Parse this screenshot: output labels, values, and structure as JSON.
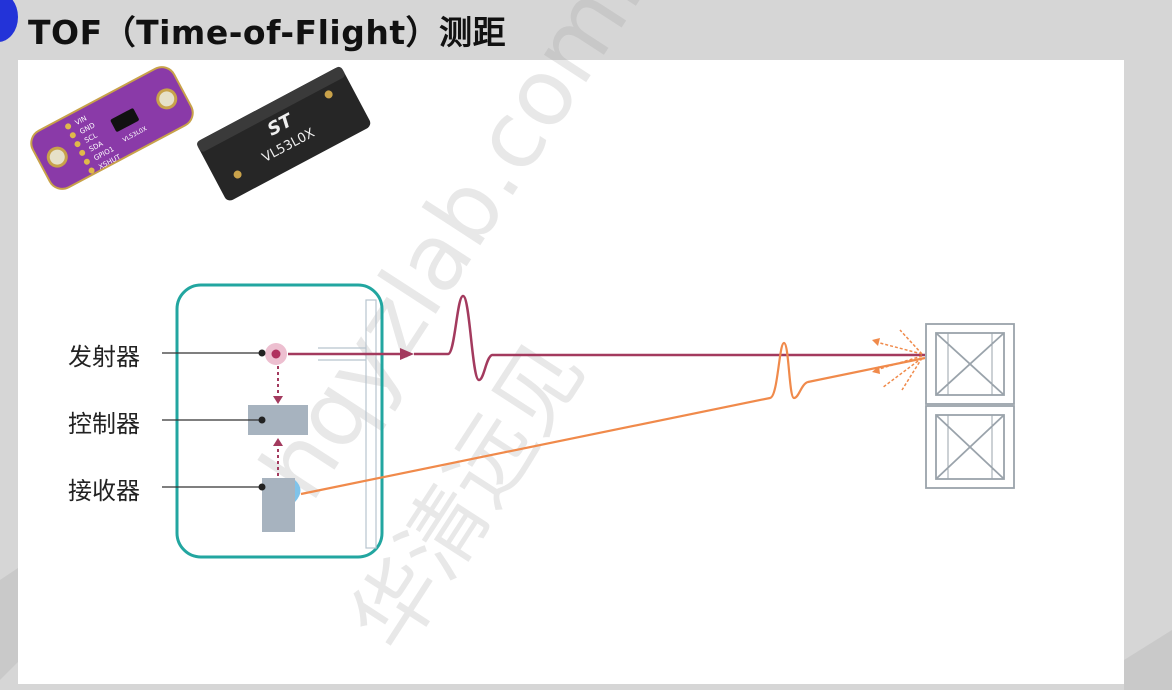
{
  "title": "TOF（Time-of-Flight）测距",
  "sensor_labels": {
    "emitter": "发射器",
    "controller": "控制器",
    "receiver": "接收器"
  },
  "breakout_board": {
    "pins": [
      "VIN",
      "GND",
      "SCL",
      "SDA",
      "GPIO1",
      "XSHUT"
    ],
    "chip_text": "VL53L0X"
  },
  "chip": {
    "brand": "ST",
    "model": "VL53L0X"
  },
  "watermark": {
    "line1": "hqyzlab.com.cn",
    "line2": "华清远见"
  },
  "colors": {
    "emit_beam": "#a33a5e",
    "return_beam": "#f08a4b",
    "sensor_box": "#22a6a0",
    "component": "#a7b3bf",
    "accent": "#2333d8"
  }
}
